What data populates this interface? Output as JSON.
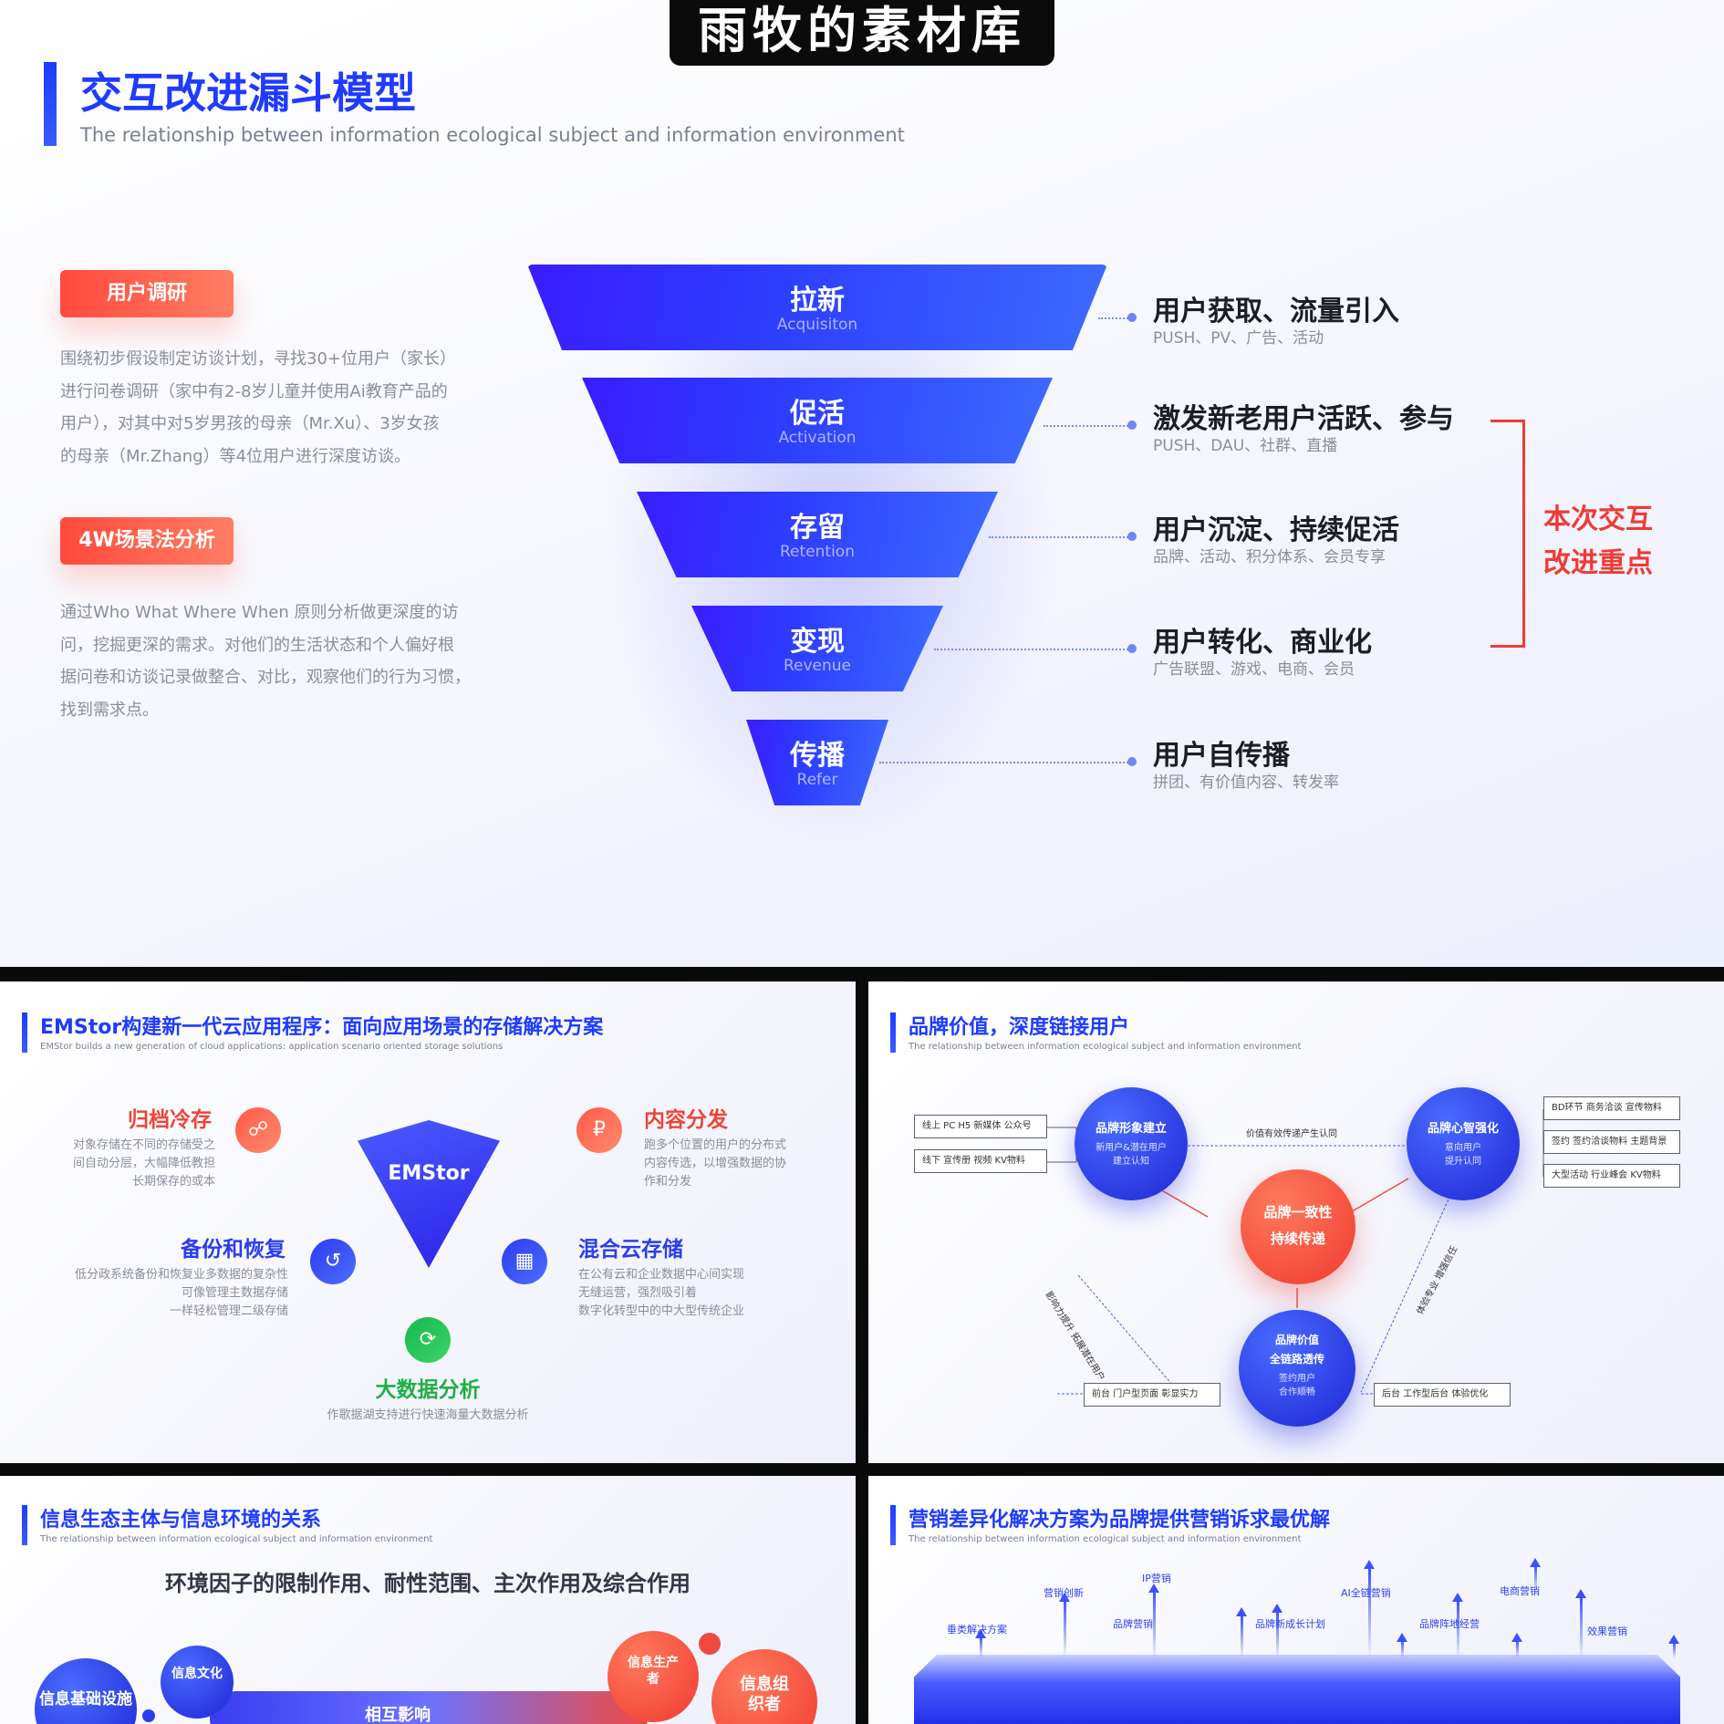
{
  "watermark": "雨牧的素材库",
  "panel1": {
    "title": "交互改进漏斗模型",
    "subtitle": "The relationship between information ecological subject and information environment",
    "research": {
      "tag": "用户调研",
      "lines": [
        "围绕初步假设制定访谈计划，寻找30+位用户（家长）",
        "进行问卷调研（家中有2-8岁儿童并使用Ai教育产品的",
        "用户），对其中对5岁男孩的母亲（Mr.Xu）、3岁女孩",
        "的母亲（Mr.Zhang）等4位用户进行深度访谈。"
      ]
    },
    "analysis": {
      "tag": "4W场景法分析",
      "lines": [
        "通过Who What Where When 原则分析做更深度的访",
        "问，挖掘更深的需求。对他们的生活状态和个人偏好根",
        "据问卷和访谈记录做整合、对比，观察他们的行为习惯，",
        "找到需求点。"
      ]
    },
    "stages": [
      {
        "cn": "拉新",
        "en": "Acquisiton",
        "title": "用户获取、流量引入",
        "desc": "PUSH、PV、广告、活动"
      },
      {
        "cn": "促活",
        "en": "Activation",
        "title": "激发新老用户活跃、参与",
        "desc": "PUSH、DAU、社群、直播"
      },
      {
        "cn": "存留",
        "en": "Retention",
        "title": "用户沉淀、持续促活",
        "desc": "品牌、活动、积分体系、会员专享"
      },
      {
        "cn": "变现",
        "en": "Revenue",
        "title": "用户转化、商业化",
        "desc": "广告联盟、游戏、电商、会员"
      },
      {
        "cn": "传播",
        "en": "Refer",
        "title": "用户自传播",
        "desc": "拼团、有价值内容、转发率"
      }
    ],
    "focus": [
      "本次交互",
      "改进重点"
    ]
  },
  "panel2": {
    "title": "EMStor构建新一代云应用程序：面向应用场景的存储解决方案",
    "subtitle": "EMStor builds a new generation of cloud applications: application scenario oriented storage solutions",
    "center": "EMStor",
    "items": [
      {
        "title": "归档冷存",
        "lines": [
          "对象存储在不同的存储受之",
          "间自动分层，大幅降低教担",
          "长期保存的或本"
        ]
      },
      {
        "title": "内容分发",
        "lines": [
          "跑多个位置的用户的分布式",
          "内容传选，以增强数据的协",
          "作和分发"
        ]
      },
      {
        "title": "备份和恢复",
        "lines": [
          "低分政系统备份和恢复业多数据的复杂性",
          "可像管理主数据存储",
          "一样轻松管理二级存储"
        ]
      },
      {
        "title": "混合云存储",
        "lines": [
          "在公有云和企业数据中心间实现",
          "无缝运营，强烈吸引着",
          "数字化转型中的中大型传统企业"
        ]
      },
      {
        "title": "大数据分析",
        "lines": [
          "作歌据湖支持进行快速海量大数据分析"
        ]
      }
    ]
  },
  "panel3": {
    "title": "品牌价值，深度链接用户",
    "subtitle": "The relationship between information ecological subject and information environment",
    "left_circle": {
      "title": "品牌形象建立",
      "sub": [
        "新用户&潜在用户",
        "建立认知"
      ]
    },
    "right_circle": {
      "title": "品牌心智强化",
      "sub": [
        "意向用户",
        "提升认同"
      ]
    },
    "center_circle": {
      "title": [
        "品牌一致性",
        "持续传递"
      ]
    },
    "bottom_circle": {
      "title": [
        "品牌价值",
        "全链路透传"
      ],
      "sub": [
        "签约用户",
        "合作顺畅"
      ]
    },
    "top_label": "价值有效传递产生认同",
    "left_diag": "影响力提升 拓展潜在用户",
    "right_diag": "体验专业 增强信任",
    "left_boxes": [
      "线上  PC  H5  新媒体  公众号",
      "线下  宣传册  视频  KV物料"
    ],
    "right_boxes": [
      "BD环节  商务洽谈  宣传物料",
      "签约  签约洽谈物料  主题背景",
      "大型活动  行业峰会  KV物料"
    ],
    "bottom_boxes": [
      "前台  门户型页面  彰显实力",
      "后台  工作型后台  体验优化"
    ]
  },
  "panel4": {
    "title": "信息生态主体与信息环境的关系",
    "subtitle": "The relationship between information ecological subject and information environment",
    "heading": "环境因子的限制作用、耐性范围、主次作用及综合作用",
    "bubbles": [
      "信息基础设施",
      "信息文化",
      "信息生产者",
      "信息组织者",
      "相互影响"
    ]
  },
  "panel5": {
    "title": "营销差异化解决方案为品牌提供营销诉求最优解",
    "subtitle": "The relationship between information ecological subject and information environment",
    "markers": [
      "营销创新",
      "IP营销",
      "AI全链营销",
      "电商营销",
      "垂类解决方案",
      "品牌营销",
      "品牌新成长计划",
      "品牌阵地经营",
      "效果营销"
    ]
  }
}
